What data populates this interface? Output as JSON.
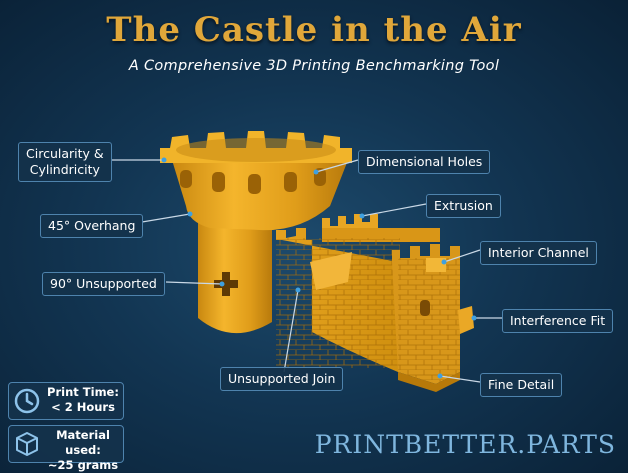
{
  "header": {
    "title": "The Castle in the Air",
    "subtitle": "A Comprehensive 3D Printing Benchmarking Tool"
  },
  "callouts": {
    "circularity_line1": "Circularity &",
    "circularity_line2": "Cylindricity",
    "dimensional_holes": "Dimensional Holes",
    "extrusion": "Extrusion",
    "overhang_45": "45° Overhang",
    "interior_channel": "Interior Channel",
    "unsupported_90": "90° Unsupported",
    "interference_fit": "Interference Fit",
    "unsupported_join": "Unsupported Join",
    "fine_detail": "Fine Detail"
  },
  "stats": {
    "print_time_line1": "Print Time:",
    "print_time_line2": "< 2 Hours",
    "material_line1": "Material used:",
    "material_line2": "~25 grams"
  },
  "brand": "PRINTBETTER.PARTS",
  "icons": [
    "clock-icon",
    "cube-icon"
  ],
  "colors": {
    "title": "#e0a73a",
    "model": "#e8a51f",
    "panel_border": "#4e83ad",
    "brand": "#7fb6de"
  }
}
